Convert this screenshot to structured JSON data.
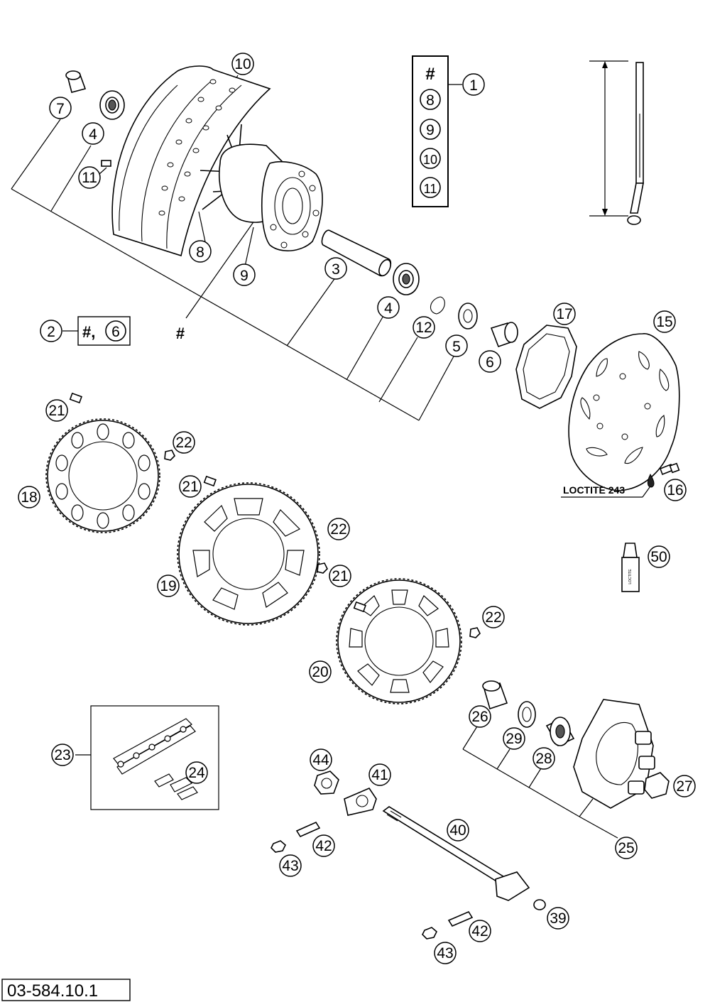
{
  "diagram_id": "03-584.10.1",
  "legend_box": {
    "hash": "#",
    "items": [
      "8",
      "9",
      "10",
      "11"
    ],
    "ref": "1"
  },
  "set_box": {
    "ref": "2",
    "content": "#,",
    "circled": "6"
  },
  "hub_hash": "#",
  "loctite_label": "LOCTITE 243",
  "loctite_tube_text": "LOCTITE",
  "callouts": {
    "c10": "10",
    "c7": "7",
    "c4a": "4",
    "c11": "11",
    "c8": "8",
    "c9": "9",
    "c3": "3",
    "c4b": "4",
    "c12": "12",
    "c5": "5",
    "c6": "6",
    "c17": "17",
    "c15": "15",
    "c16": "16",
    "c50": "50",
    "c21a": "21",
    "c22a": "22",
    "c18": "18",
    "c21b": "21",
    "c19": "19",
    "c22b": "22",
    "c21c": "21",
    "c20": "20",
    "c22c": "22",
    "c23": "23",
    "c24": "24",
    "c44": "44",
    "c41": "41",
    "c42a": "42",
    "c43a": "43",
    "c40": "40",
    "c42b": "42",
    "c43b": "43",
    "c39": "39",
    "c26": "26",
    "c29": "29",
    "c28": "28",
    "c25": "25",
    "c27": "27"
  },
  "icons": [
    "wheel-rim",
    "hub",
    "bearing",
    "spoke",
    "brake-disc",
    "sprocket",
    "chain",
    "axle"
  ]
}
